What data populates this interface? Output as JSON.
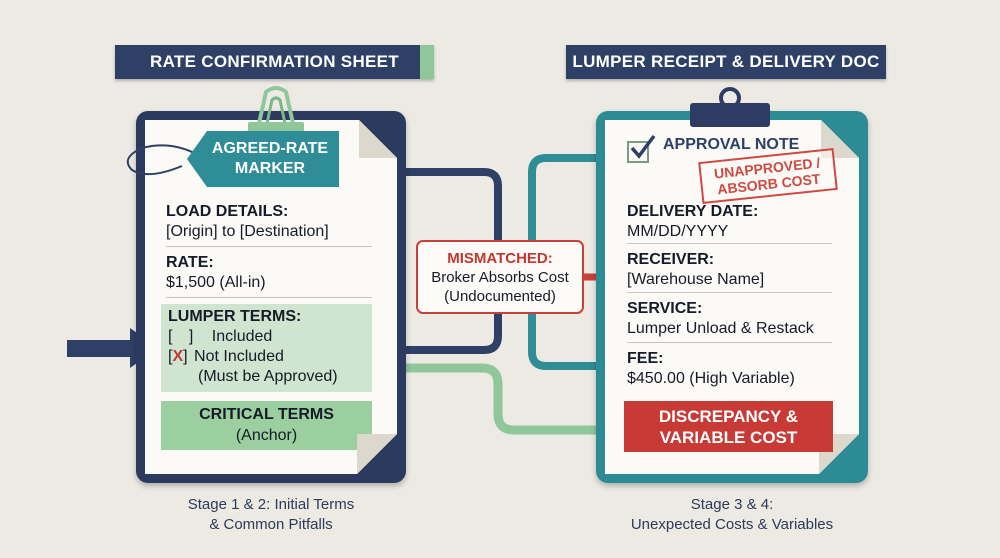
{
  "left": {
    "banner": "RATE CONFIRMATION SHEET",
    "tag": [
      "AGREED-RATE",
      "MARKER"
    ],
    "load_label": "LOAD DETAILS:",
    "load_value": "[Origin] to [Destination]",
    "rate_label": "RATE:",
    "rate_value": "$1,500 (All-in)",
    "lumper_label": "LUMPER TERMS:",
    "opt_included_box": "[ ]",
    "opt_included": "Included",
    "opt_not_open": "[",
    "opt_not_mark": "X",
    "opt_not_close": "]",
    "opt_not_included": "Not Included",
    "opt_note": "(Must be Approved)",
    "critical_title": "CRITICAL TERMS",
    "critical_sub": "(Anchor)",
    "caption_1": "Stage 1 & 2: Initial Terms",
    "caption_2": "& Common Pitfalls"
  },
  "middle": {
    "title": "MISMATCHED:",
    "line1": "Broker Absorbs Cost",
    "line2": "(Undocumented)"
  },
  "right": {
    "banner": "LUMPER RECEIPT & DELIVERY DOC",
    "approval": "APPROVAL NOTE",
    "stamp_1": "UNAPPROVED /",
    "stamp_2": "ABSORB COST",
    "date_label": "DELIVERY DATE:",
    "date_value": "MM/DD/YYYY",
    "receiver_label": "RECEIVER:",
    "receiver_value": "[Warehouse Name]",
    "service_label": "SERVICE:",
    "service_value": "Lumper Unload & Restack",
    "fee_label": "FEE:",
    "fee_value": "$450.00 (High Variable)",
    "disc_1": "DISCREPANCY &",
    "disc_2": "VARIABLE COST",
    "caption_1": "Stage 3 & 4:",
    "caption_2": "Unexpected Costs & Variables"
  },
  "colors": {
    "navy": "#2f4066",
    "teal": "#2e8d96",
    "green": "#8fc79b",
    "red": "#c83a36"
  }
}
